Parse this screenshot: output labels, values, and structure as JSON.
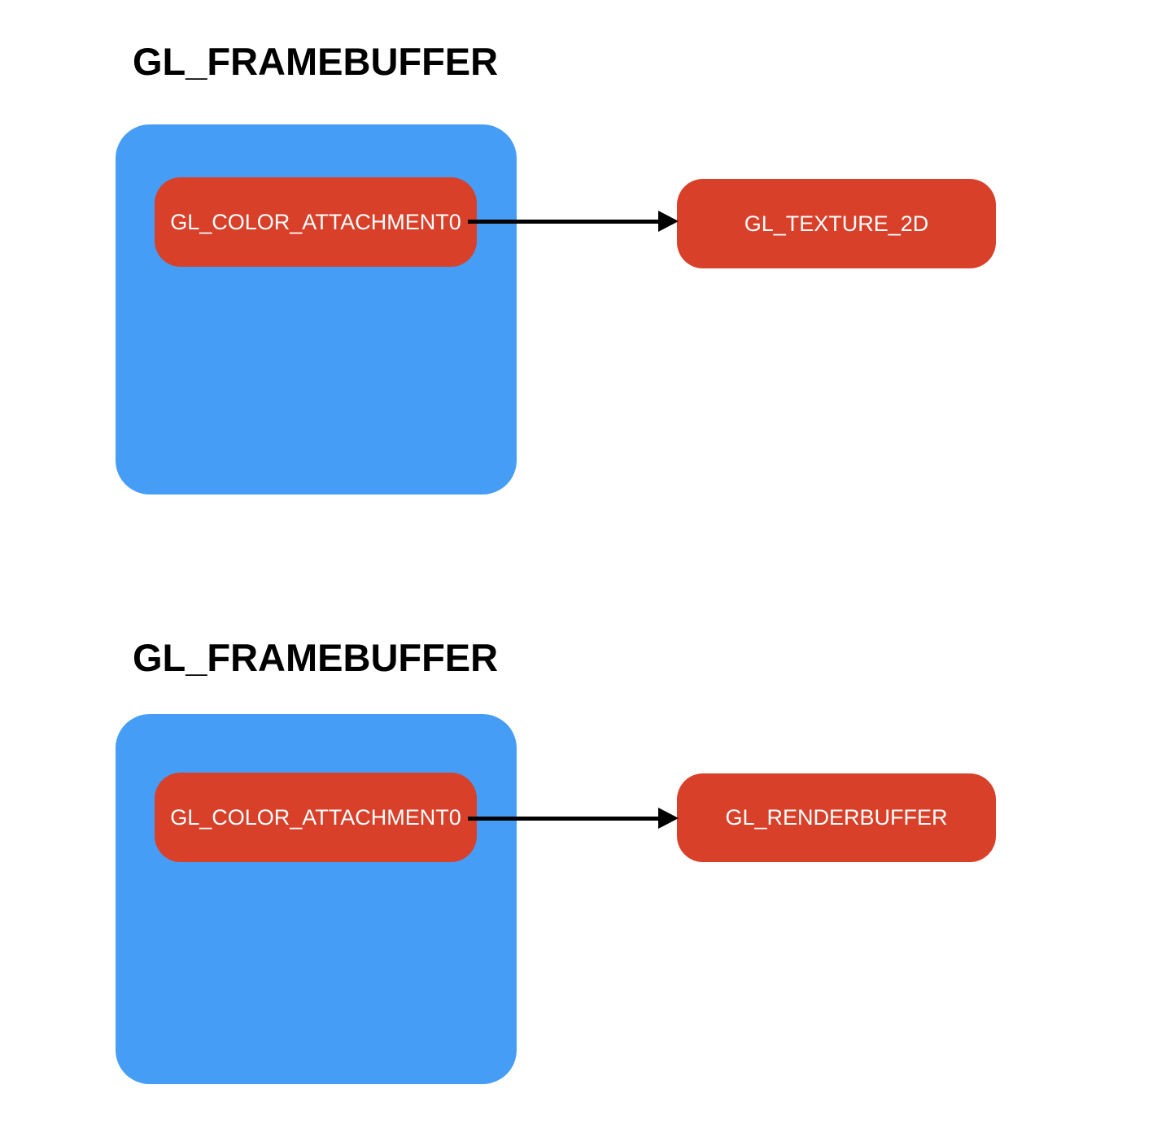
{
  "diagram": {
    "type": "opengl-framebuffer-attachment-diagram",
    "colors": {
      "background": "#FFFFFF",
      "framebuffer_fill": "#459DF5",
      "node_fill": "#D8402A",
      "node_text": "#FFFFFF",
      "title_text": "#000000",
      "arrow": "#000000"
    },
    "sections": [
      {
        "title": "GL_FRAMEBUFFER",
        "attachment_label": "GL_COLOR_ATTACHMENT0",
        "target_label": "GL_TEXTURE_2D",
        "arrow": "attachment-to-target"
      },
      {
        "title": "GL_FRAMEBUFFER",
        "attachment_label": "GL_COLOR_ATTACHMENT0",
        "target_label": "GL_RENDERBUFFER",
        "arrow": "attachment-to-target"
      }
    ]
  }
}
